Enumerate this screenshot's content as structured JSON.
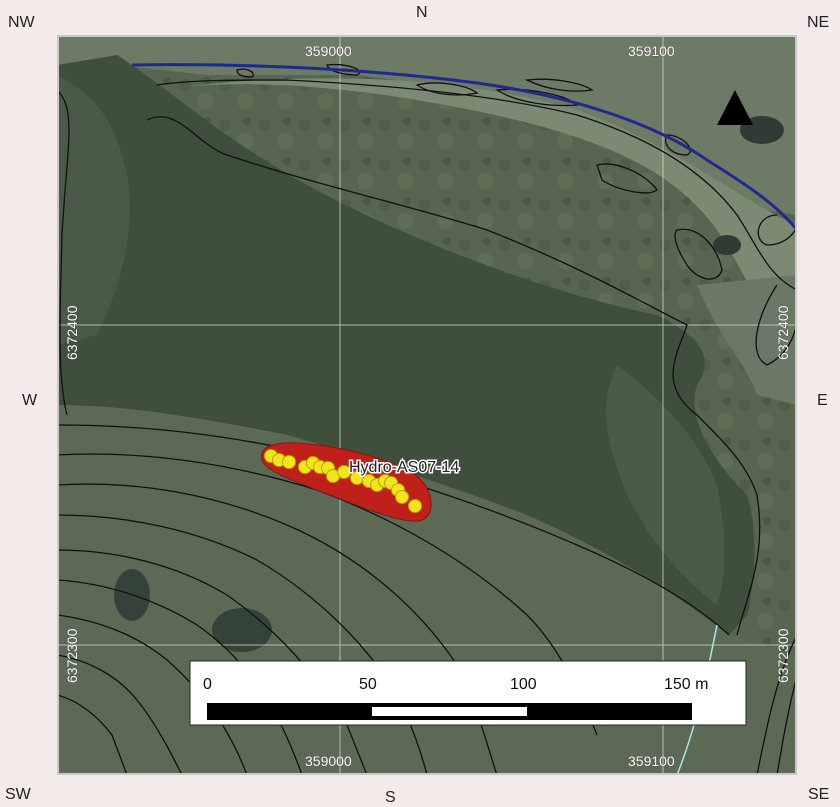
{
  "compass": {
    "n": "N",
    "s": "S",
    "e": "E",
    "w": "W",
    "ne": "NE",
    "nw": "NW",
    "se": "SE",
    "sw": "SW"
  },
  "grid": {
    "x_labels": [
      "359000",
      "359100"
    ],
    "y_labels": [
      "6372400",
      "6372300"
    ]
  },
  "feature": {
    "label": "Hydro-AS07-14",
    "point_color": "#f2e51a",
    "polygon_color": "#c0201a"
  },
  "scalebar": {
    "ticks": [
      "0",
      "50",
      "100",
      "150 m"
    ]
  },
  "colors": {
    "river_line": "#1f2a8c",
    "contour": "#111111",
    "stream": "#a9e8e0",
    "grid": "#d9dcd6"
  }
}
